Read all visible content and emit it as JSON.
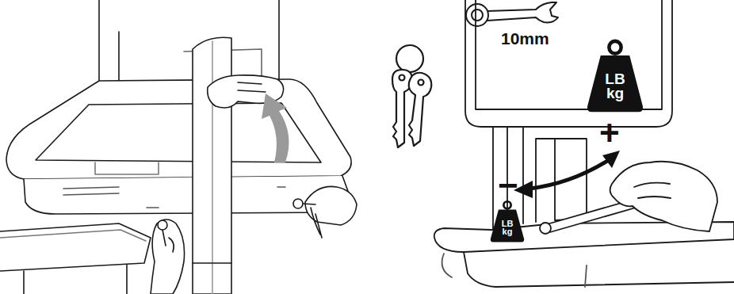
{
  "diagram": {
    "nodes": [
      {
        "text": [
          "LB kg"
        ]
      },
      {
        "text": [
          "LB kg"
        ]
      }
    ],
    "labels": [
      "10mm",
      "+",
      "−"
    ]
  }
}
